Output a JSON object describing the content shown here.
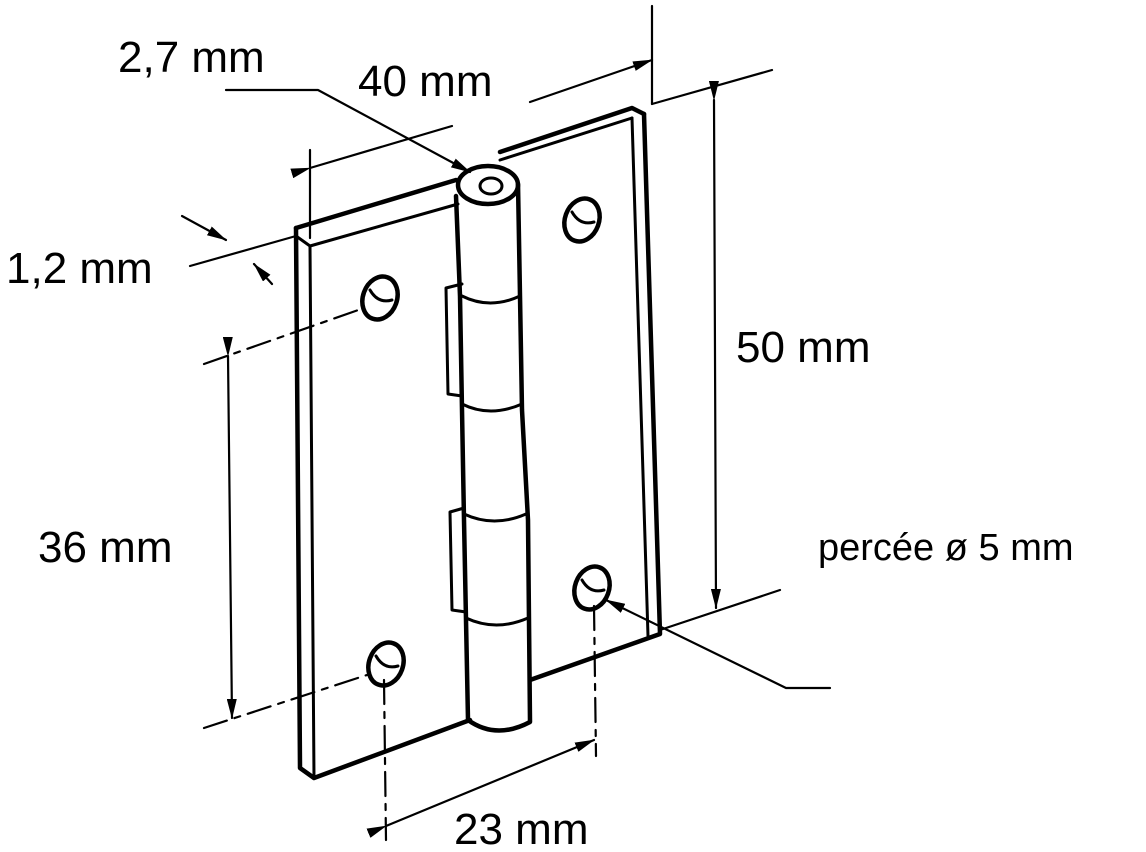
{
  "dimensions": {
    "pin_diameter": "2,7 mm",
    "overall_width": "40 mm",
    "thickness": "1,2 mm",
    "height": "50 mm",
    "hole_spacing_vertical": "36 mm",
    "hole_spacing_horizontal": "23 mm",
    "hole_note": "percée ø 5 mm"
  },
  "style": {
    "line_color": "#000000",
    "background": "#ffffff"
  }
}
